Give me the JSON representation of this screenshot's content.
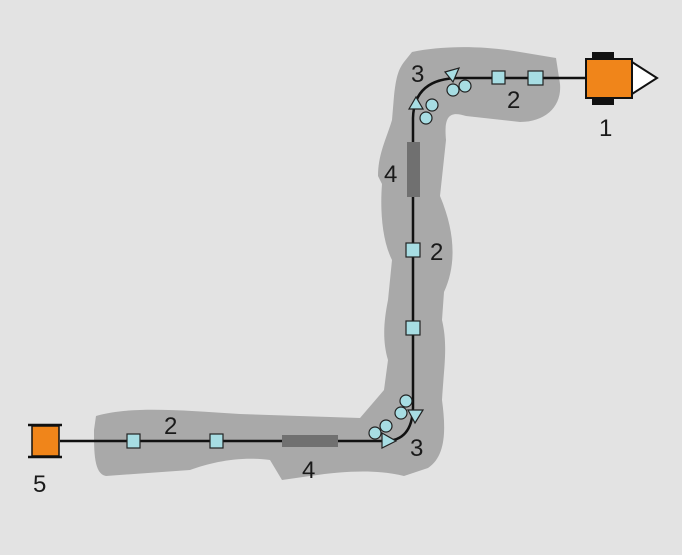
{
  "diagram": {
    "labels": {
      "component_1": "1",
      "component_5": "5",
      "spacer_top": "2",
      "spacer_vertical": "2",
      "spacer_bottom": "2",
      "bend_top": "3",
      "bend_bottom": "3",
      "cover_vertical": "4",
      "cover_bottom": "4"
    },
    "colors": {
      "background": "#e3e3e3",
      "region": "#a9a9a9",
      "line": "#111111",
      "square_marker": "#a7dde3",
      "circle_marker": "#a7dde3",
      "end_block": "#f0851a",
      "cover_bar": "#707070"
    }
  }
}
